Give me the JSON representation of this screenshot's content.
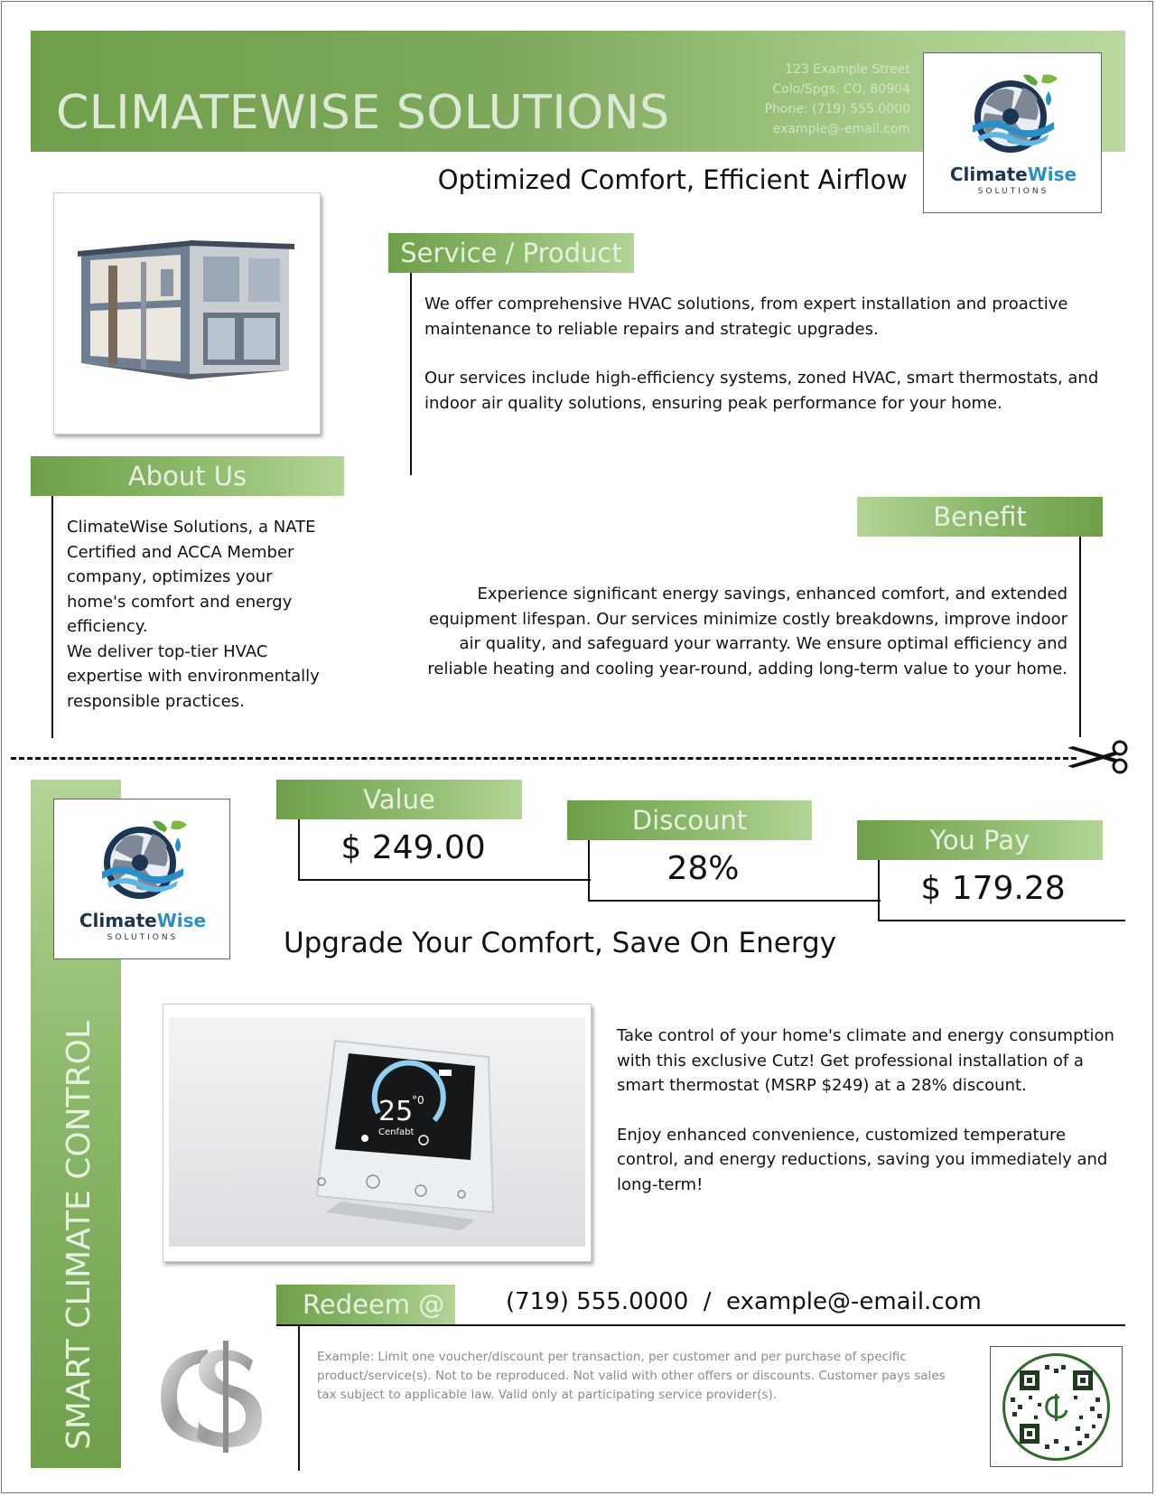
{
  "header": {
    "company_name": "CLIMATEWISE SOLUTIONS",
    "address": [
      "123 Example Street",
      "Colo/Spgs, CO, 80904",
      "Phone: (719) 555.0000",
      "example@-email.com"
    ],
    "tagline": "Optimized Comfort, Efficient Airflow"
  },
  "logo": {
    "word1": "Climate",
    "word2": "Wise",
    "sub": "SOLUTIONS"
  },
  "service": {
    "label": "Service / Product",
    "p1": "We offer comprehensive HVAC solutions, from expert installation and proactive maintenance to reliable repairs and strategic upgrades.",
    "p2": "Our services include high-efficiency systems, zoned HVAC, smart thermostats, and indoor air quality solutions, ensuring peak performance for your home."
  },
  "about": {
    "label": "About Us",
    "p1": "ClimateWise Solutions, a NATE Certified and ACCA Member company, optimizes your home's comfort and energy efficiency.",
    "p2": "We deliver top-tier HVAC expertise with environmentally responsible practices."
  },
  "benefit": {
    "label": "Benefit",
    "text": "Experience significant energy savings, enhanced comfort, and extended equipment lifespan. Our services minimize costly breakdowns, improve indoor air quality, and safeguard your warranty. We ensure optimal efficiency and reliable heating and cooling year-round, adding long-term value to your home."
  },
  "coupon": {
    "side_title": "SMART CLIMATE CONTROL",
    "value_label": "Value",
    "value": "$ 249.00",
    "discount_label": "Discount",
    "discount": "28%",
    "pay_label": "You Pay",
    "pay": "$ 179.28",
    "headline": "Upgrade Your Comfort, Save On Energy",
    "thermostat": {
      "temp": "25",
      "unit": "°0",
      "mode": "Cenfabt"
    },
    "desc_p1": "Take control of your home's climate and energy consumption with this exclusive Cutz!  Get professional installation of a smart thermostat (MSRP $249) at a 28% discount.",
    "desc_p2": "Enjoy enhanced convenience, customized temperature control, and energy reductions, saving you immediately and long-term!",
    "redeem_label": "Redeem @",
    "redeem_contact": "(719) 555.0000  /  example@-email.com",
    "fine_print": "Example: Limit one voucher/discount per transaction, per customer and per purchase of specific product/service(s).  Not to be reproduced.  Not valid with other offers or discounts.  Customer pays sales tax subject to applicable law.  Valid only at participating service provider(s)."
  },
  "colors": {
    "accent_green": "#6e9f4a",
    "light_green": "#b3d596",
    "logo_navy": "#1b3552",
    "logo_blue": "#2b8fc7"
  }
}
